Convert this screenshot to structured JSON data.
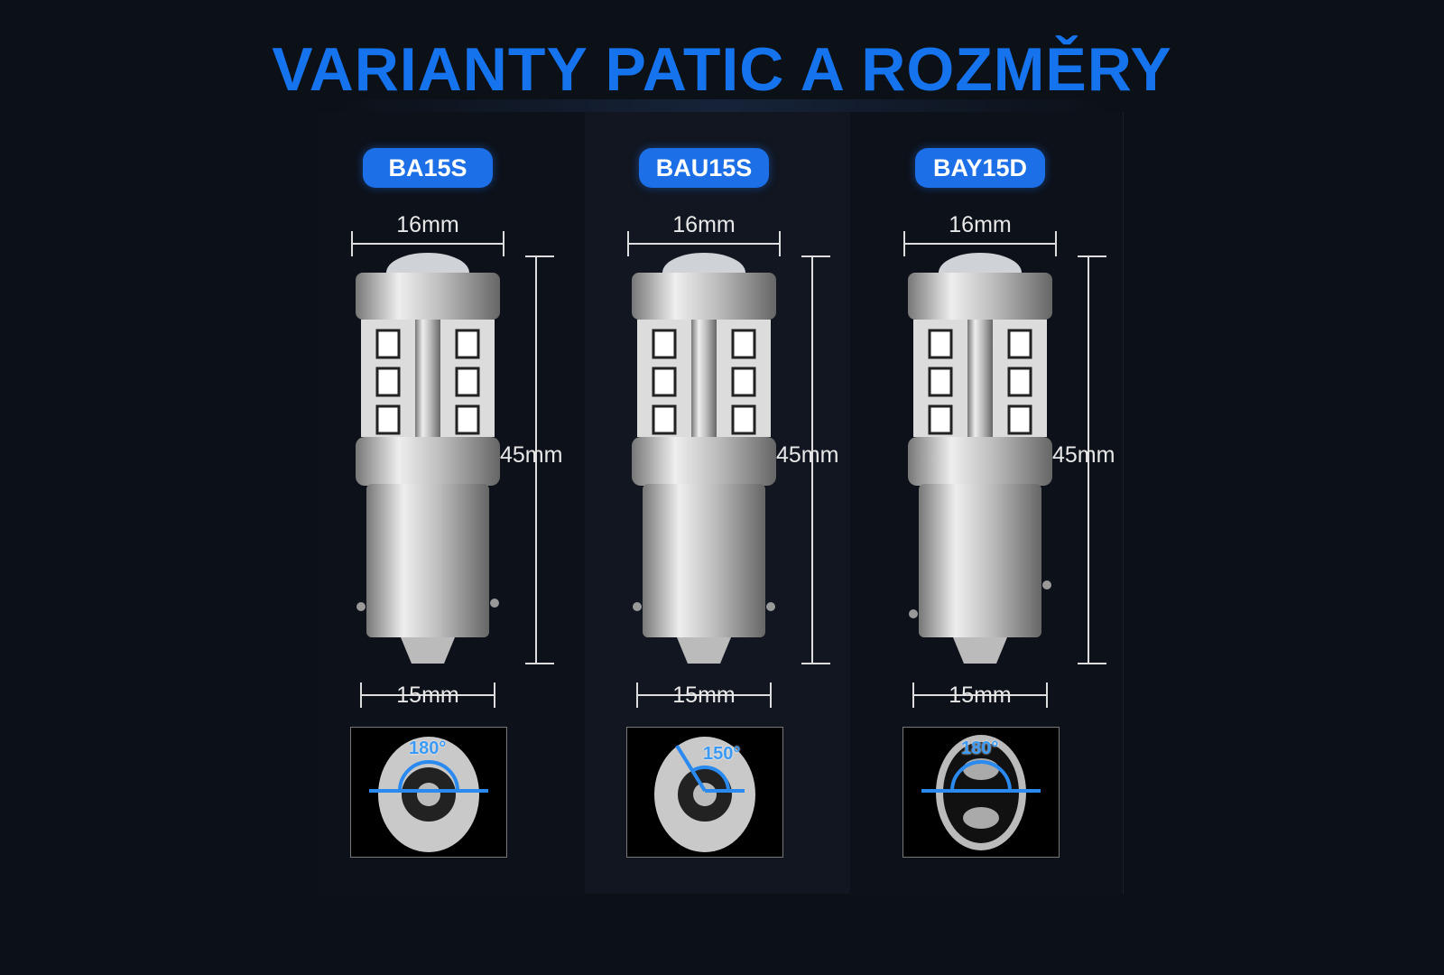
{
  "title": "VARIANTY PATIC A ROZMĚRY",
  "variants": [
    {
      "name": "BA15S",
      "top_width": "16mm",
      "height": "45mm",
      "base_width": "15mm",
      "angle": "180°"
    },
    {
      "name": "BAU15S",
      "top_width": "16mm",
      "height": "45mm",
      "base_width": "15mm",
      "angle": "150°"
    },
    {
      "name": "BAY15D",
      "top_width": "16mm",
      "height": "45mm",
      "base_width": "15mm",
      "angle": "180°"
    }
  ],
  "colors": {
    "accent": "#1c6fe6",
    "background": "#0c1017"
  }
}
